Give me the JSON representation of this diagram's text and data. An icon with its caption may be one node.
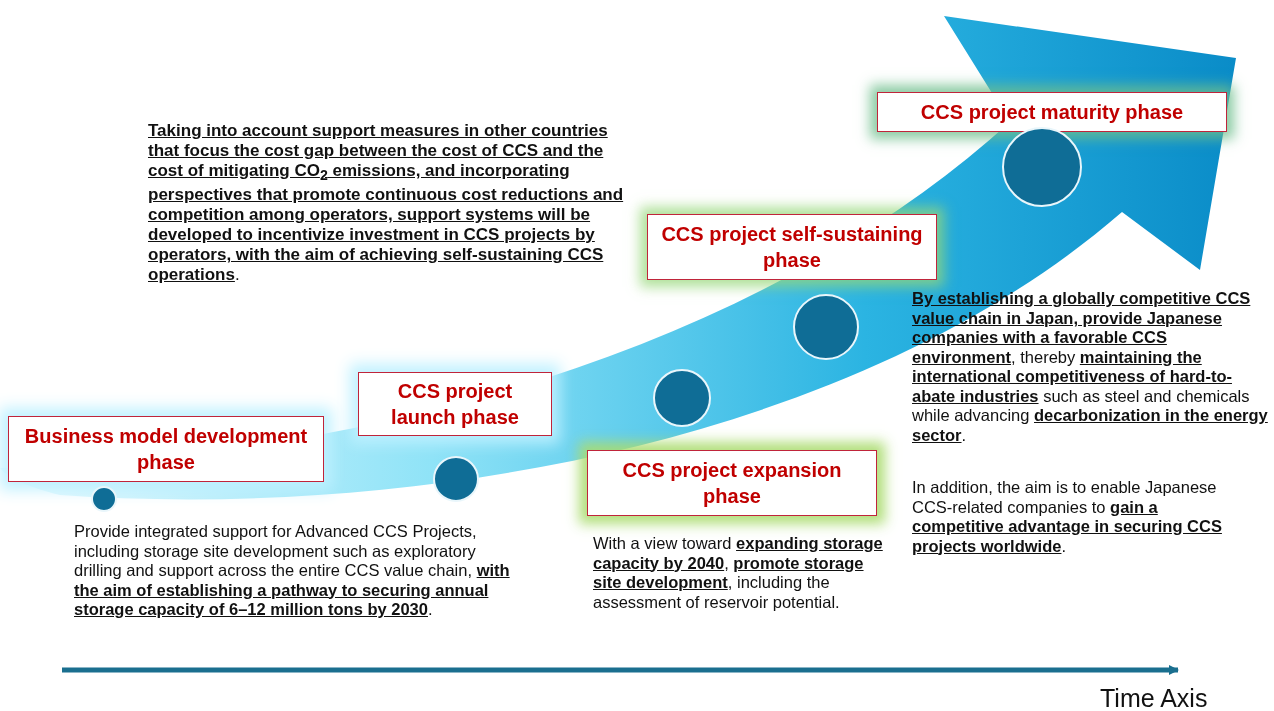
{
  "diagram": {
    "nodes": [
      {
        "text": [
          "Business model development phase"
        ]
      },
      {
        "text": [
          "CCS project launch phase"
        ]
      },
      {
        "text": [
          "CCS project expansion phase"
        ]
      },
      {
        "text": [
          "CCS project self-sustaining phase"
        ]
      },
      {
        "text": [
          "CCS project maturity phase"
        ]
      },
      {
        "text": [],
        "shape": "circle"
      },
      {
        "text": [],
        "shape": "circle"
      },
      {
        "text": [],
        "shape": "circle"
      },
      {
        "text": [],
        "shape": "circle"
      },
      {
        "text": [],
        "shape": "circle"
      }
    ],
    "edges": [],
    "labels": [
      "**Taking into account support measures in other countries that focus the cost gap between the cost of CCS and the cost of mitigating CO$_{2}$ emissions, and incorporating perspectives that promote continuous cost reductions and competition among operators, support systems will be developed to incentivize investment in CCS projects by operators, with the aim of achieving self-sustaining CCS operations**.",
      "Provide integrated support for Advanced CCS Projects, including storage site development such as exploratory drilling and support across the entire CCS value chain, **with the aim of establishing a pathway to securing annual storage capacity of 6–12 million tons by 2030**.",
      "With a view toward **expanding storage capacity by 2040**, **promote storage site development**, including the assessment of reservoir potential.",
      "**By establishing a globally competitive CCS value chain in Japan, provide Japanese companies with a favorable CCS environment**, thereby **maintaining the international competitiveness of hard-to-abate industries** such as steel and chemicals while advancing **decarbonization in the energy sector**.",
      "In addition, the aim is to enable Japanese CCS-related companies to **gain a competitive advantage in securing CCS projects worldwide**.",
      "Time Axis"
    ]
  }
}
